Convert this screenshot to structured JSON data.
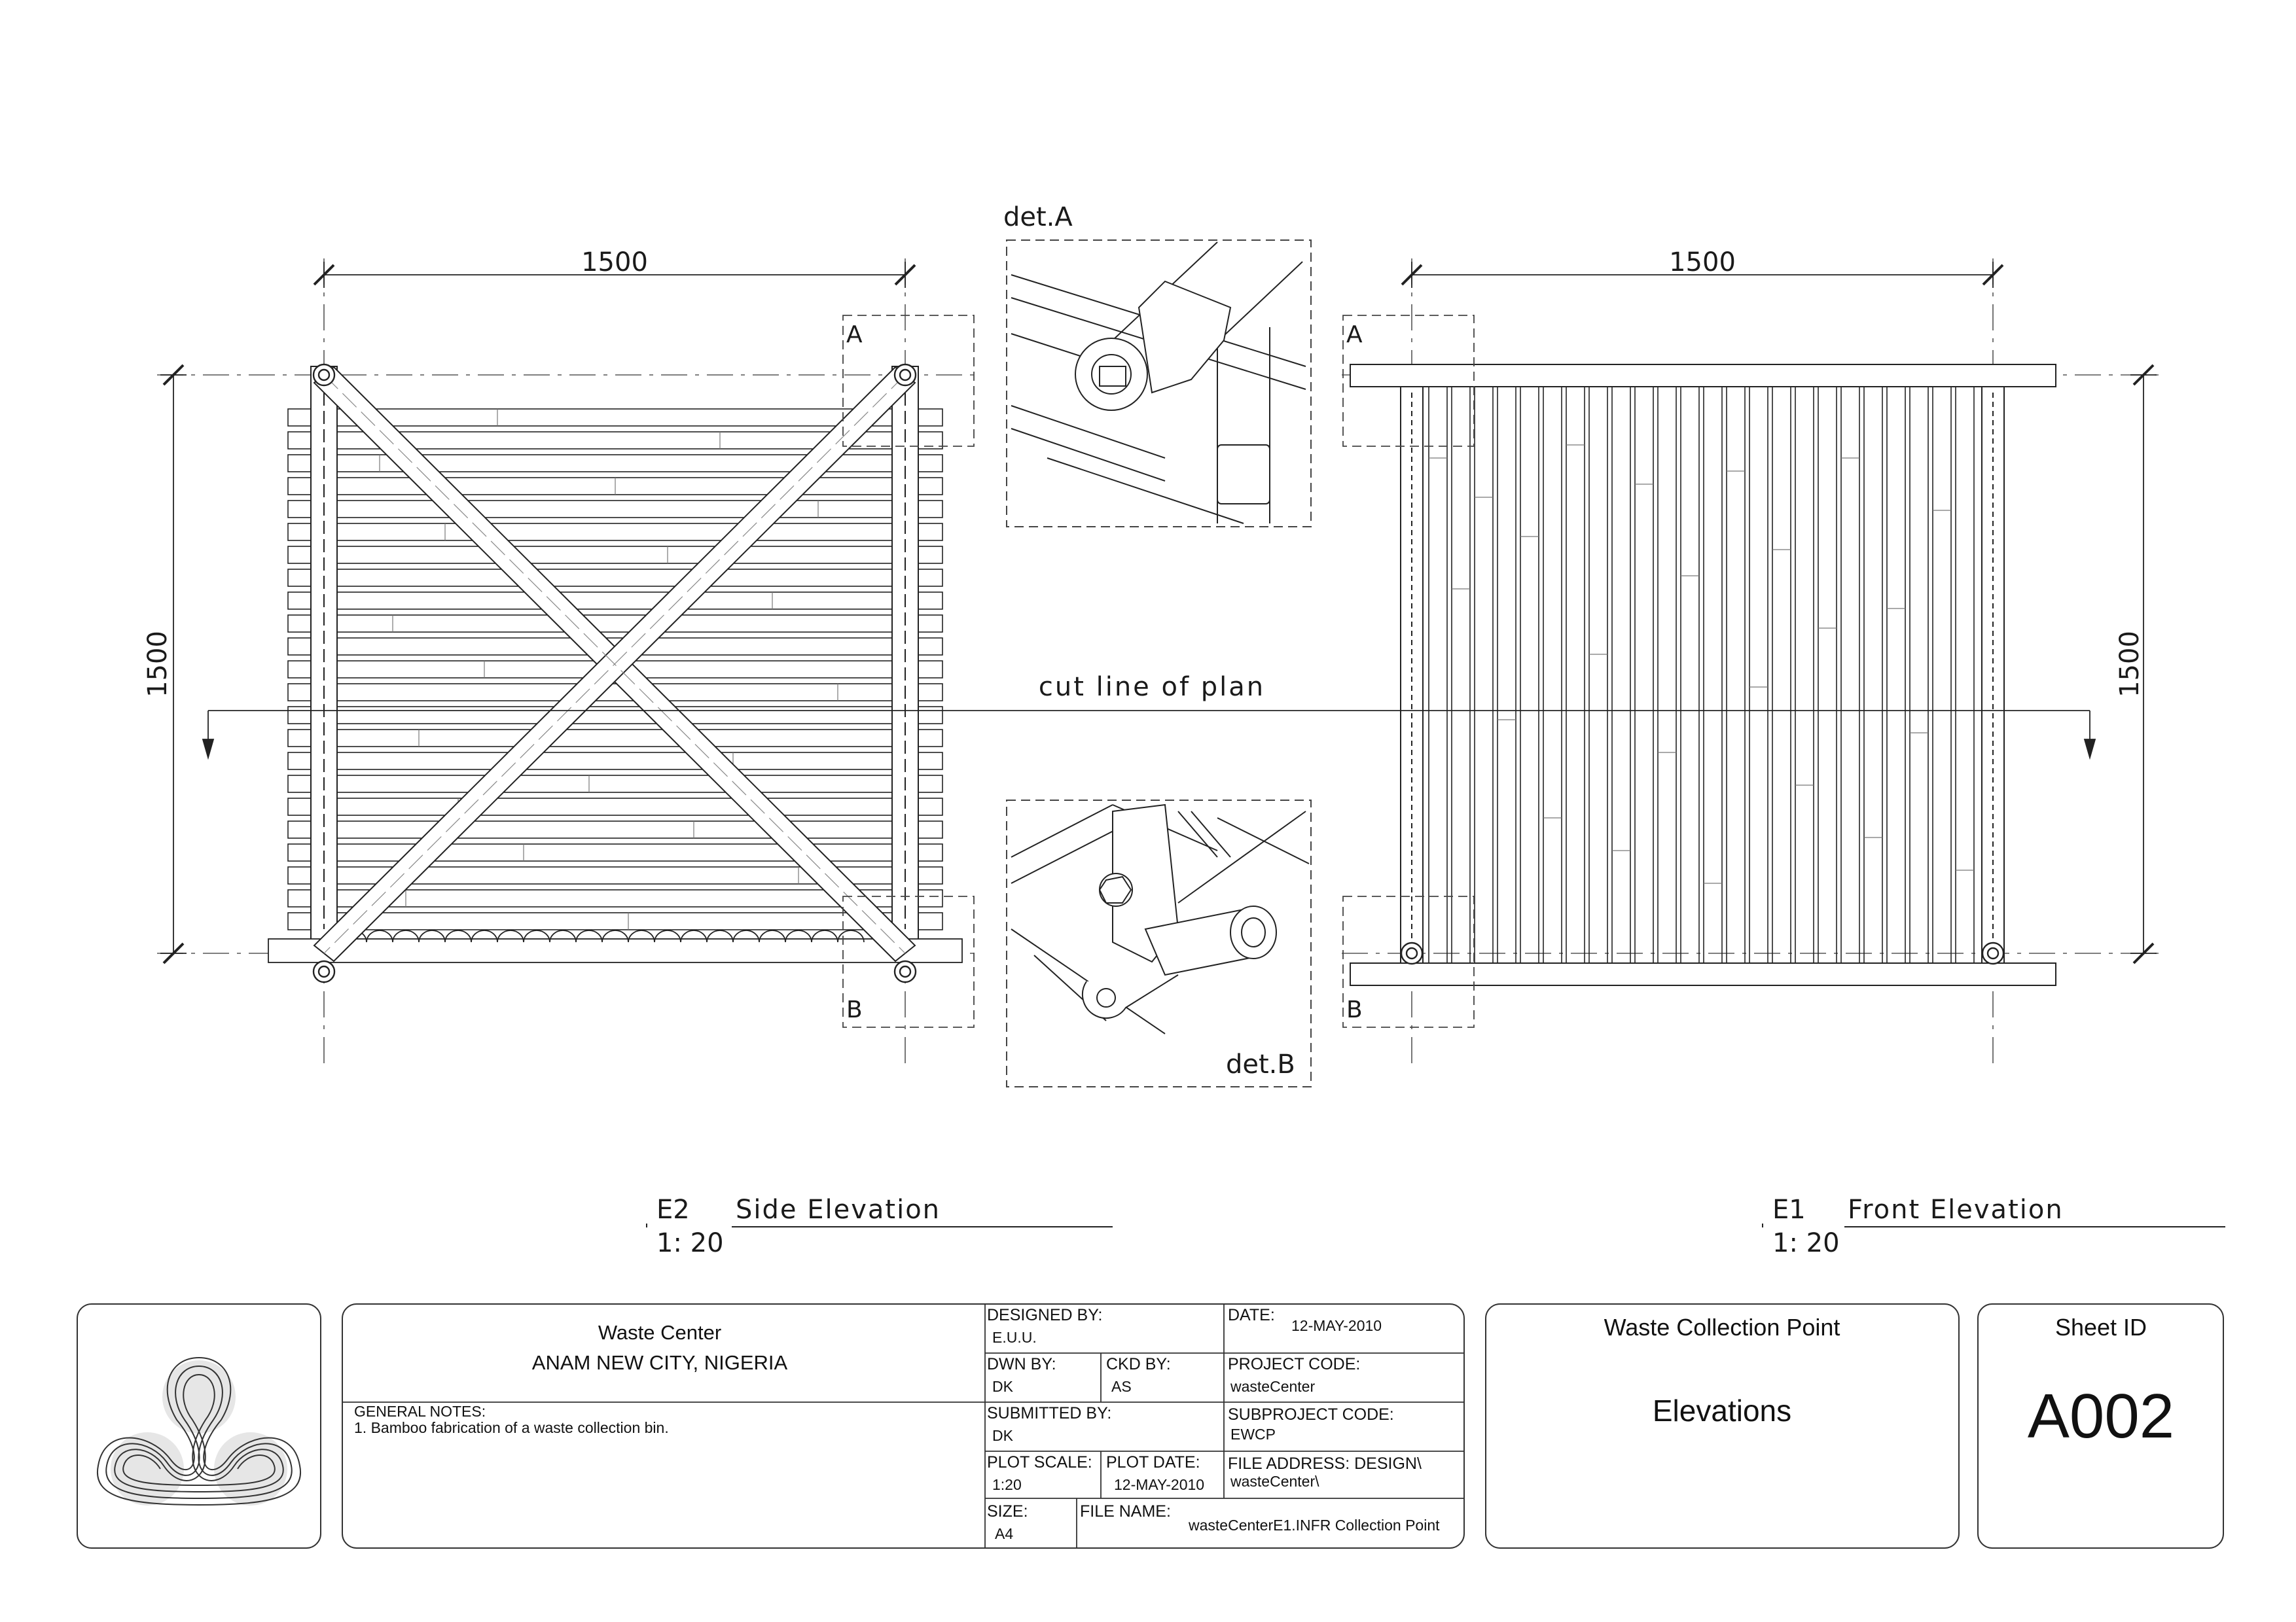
{
  "drawings": {
    "side_width_dim": "1500",
    "side_height_dim": "1500",
    "front_width_dim": "1500",
    "front_height_dim": "1500",
    "detail_a_label": "det.A",
    "detail_b_label": "det.B",
    "marker_a": "A",
    "marker_b": "B",
    "cut_line_label": "cut line of plan"
  },
  "views": [
    {
      "id": "E2",
      "title": "Side Elevation",
      "scale": "1: 20"
    },
    {
      "id": "E1",
      "title": "Front Elevation",
      "scale": "1: 20"
    }
  ],
  "title_block": {
    "project_name": "Waste Center",
    "location": "ANAM NEW CITY, NIGERIA",
    "general_notes_label": "GENERAL NOTES:",
    "general_notes": "1. Bamboo fabrication of a waste collection bin.",
    "designed_by_label": "DESIGNED BY:",
    "designed_by": "E.U.U.",
    "date_label": "DATE:",
    "date": "12-MAY-2010",
    "dwn_by_label": "DWN BY:",
    "dwn_by": "DK",
    "ckd_by_label": "CKD BY:",
    "ckd_by": "AS",
    "project_code_label": "PROJECT CODE:",
    "project_code": "wasteCenter",
    "submitted_by_label": "SUBMITTED BY:",
    "submitted_by": "DK",
    "subproject_code_label": "SUBPROJECT CODE:",
    "subproject_code": "EWCP",
    "plot_scale_label": "PLOT SCALE:",
    "plot_scale": "1:20",
    "plot_date_label": "PLOT DATE:",
    "plot_date": "12-MAY-2010",
    "file_address_label": "FILE ADDRESS: DESIGN\\",
    "file_address": "wasteCenter\\",
    "size_label": "SIZE:",
    "size": "A4",
    "file_name_label": "FILE NAME:",
    "file_name": "wasteCenterE1.INFR Collection Point",
    "drawing_title": "Waste Collection Point",
    "drawing_subtitle": "Elevations",
    "sheet_id_label": "Sheet ID",
    "sheet_id": "A002"
  }
}
